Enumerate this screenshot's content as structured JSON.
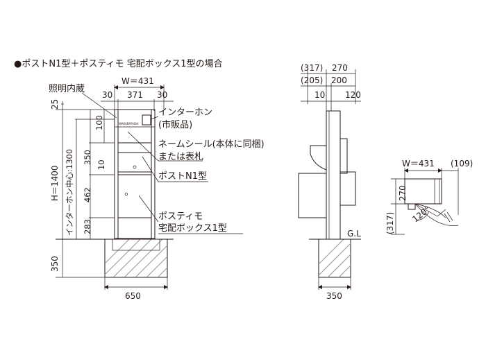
{
  "title": "●ポストN1型＋ポスティモ 宅配ボックス1型の場合",
  "front": {
    "width_label": "W＝431",
    "side_margin_left": "30",
    "inner_width": "371",
    "side_margin_right": "30",
    "top_offset": "25",
    "height_total": "H＝1400",
    "intercom_center": "インターホン中心:1300",
    "dim_100": "100",
    "dim_350": "350",
    "dim_10": "10",
    "dim_462": "462",
    "dim_283": "283",
    "foundation_depth": "350",
    "foundation_width": "650",
    "brand_text": "WAKABAYASHI",
    "labels": {
      "light": "照明内蔵",
      "intercom": "インターホン",
      "intercom_sub": "(市販品)",
      "nameplate": "ネームシール(本体に同梱)",
      "nameplate_sub": "または表札",
      "post": "ポストN1型",
      "box": "ポスティモ",
      "box_sub": "宅配ボックス1型"
    }
  },
  "side": {
    "dim_317": "(317)",
    "dim_270": "270",
    "dim_205": "(205)",
    "dim_200": "200",
    "dim_10": "10",
    "dim_120": "120",
    "gl": "G.L",
    "foundation_width": "350"
  },
  "plan": {
    "width_label": "W＝431",
    "dim_109": "(109)",
    "dim_270": "270",
    "dim_317": "(317)",
    "angle": "120°"
  }
}
